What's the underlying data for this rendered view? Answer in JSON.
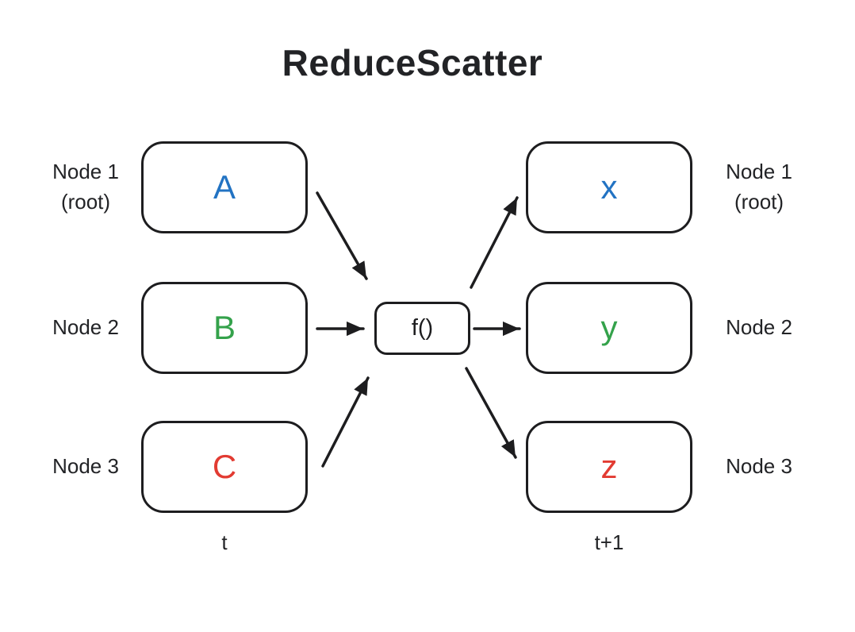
{
  "title": "ReduceScatter",
  "operator": {
    "label": "f()"
  },
  "columns": {
    "left": {
      "time_label": "t",
      "nodes": [
        {
          "label": "Node 1",
          "sublabel": "(root)",
          "letter": "A",
          "letter_color": "blue"
        },
        {
          "label": "Node 2",
          "letter": "B",
          "letter_color": "green"
        },
        {
          "label": "Node 3",
          "letter": "C",
          "letter_color": "red"
        }
      ]
    },
    "right": {
      "time_label": "t+1",
      "nodes": [
        {
          "label": "Node 1",
          "sublabel": "(root)",
          "letter": "x",
          "letter_color": "blue"
        },
        {
          "label": "Node 2",
          "letter": "y",
          "letter_color": "green"
        },
        {
          "label": "Node 3",
          "letter": "z",
          "letter_color": "red"
        }
      ]
    }
  },
  "edges": [
    {
      "from": "A",
      "to": "f()"
    },
    {
      "from": "B",
      "to": "f()"
    },
    {
      "from": "C",
      "to": "f()"
    },
    {
      "from": "f()",
      "to": "x"
    },
    {
      "from": "f()",
      "to": "y"
    },
    {
      "from": "f()",
      "to": "z"
    }
  ],
  "colors": {
    "blue": "#2273C3",
    "green": "#34A24B",
    "red": "#E23B32",
    "stroke": "#1d1d1f"
  }
}
